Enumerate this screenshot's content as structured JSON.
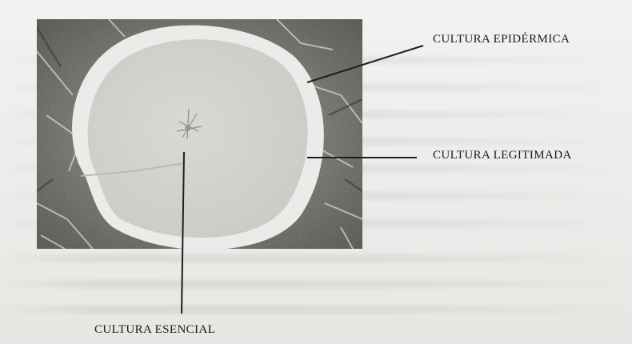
{
  "labels": {
    "epidermica": "CULTURA EPIDÉRMICA",
    "legitimada": "CULTURA LEGITIMADA",
    "esencial": "CULTURA ESENCIAL"
  },
  "colors": {
    "page": "#eeeeec",
    "ink": "#1b1b1b",
    "heartwood": "#d9d9d6",
    "sapwood": "#eeeeed",
    "bark": "#7c7a74"
  }
}
